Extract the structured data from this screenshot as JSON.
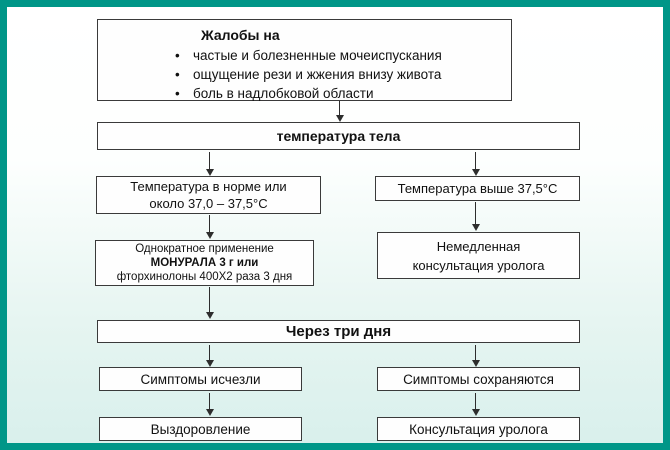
{
  "diagram": {
    "complaints": {
      "title": "Жалобы на",
      "items": [
        "частые и болезненные мочеиспускания",
        "ощущение рези и жжения внизу живота",
        "боль в надлобковой области"
      ]
    },
    "body_temperature": "температура тела",
    "temp_normal": {
      "line1": "Температура в норме или",
      "line2": "около 37,0 – 37,5°С"
    },
    "temp_high": "Температура выше 37,5°С",
    "treatment": {
      "line1": "Однократное применение",
      "line2": "МОНУРАЛА 3 г или",
      "line3": "фторхинолоны 400Х2 раза 3 дня"
    },
    "urgent_consultation": {
      "line1": "Немедленная",
      "line2": "консультация уролога"
    },
    "after_three_days": "Через три дня",
    "symptoms_gone": "Симптомы исчезли",
    "symptoms_remain": "Симптомы сохраняются",
    "recovery": "Выздоровление",
    "urologist_consultation": "Консультация уролога"
  },
  "colors": {
    "frame_accent": "#009688",
    "background_bottom": "#d9f0ec",
    "box_border": "#3a3a3a",
    "text": "#111111"
  }
}
